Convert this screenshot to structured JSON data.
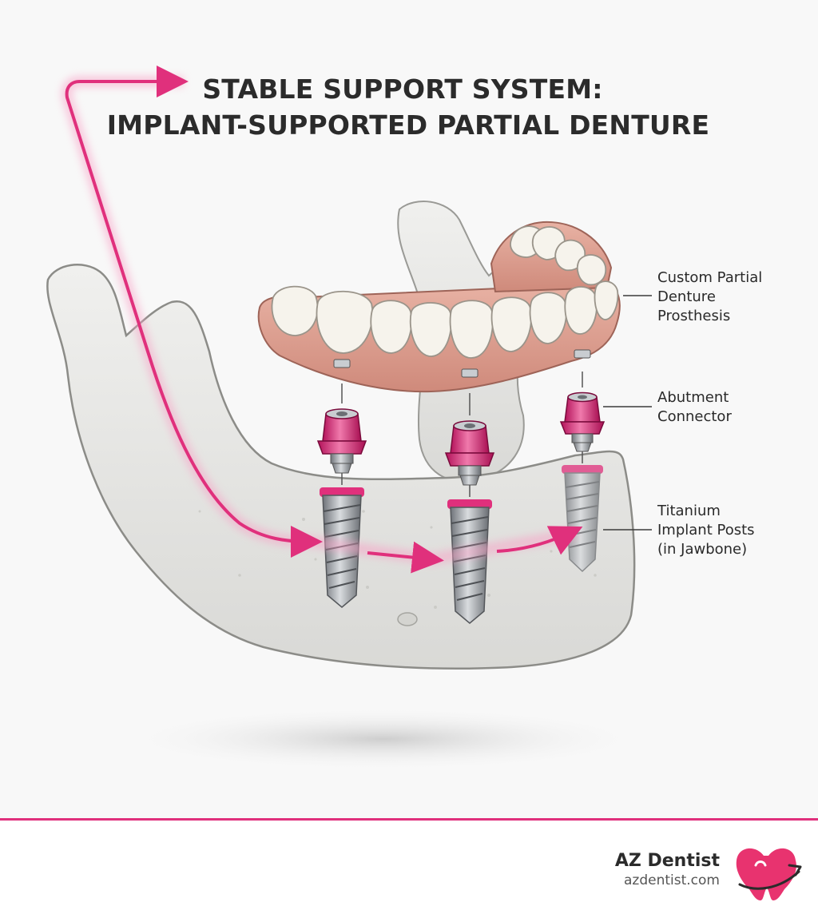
{
  "title": {
    "line1": "STABLE SUPPORT SYSTEM:",
    "line2": "IMPLANT-SUPPORTED PARTIAL DENTURE"
  },
  "labels": {
    "denture": "Custom Partial\nDenture\nProsthesis",
    "abutment": "Abutment\nConnector",
    "implant": "Titanium\nImplant Posts\n(in Jawbone)"
  },
  "footer": {
    "brand_name": "AZ Dentist",
    "brand_url": "azdentist.com"
  },
  "colors": {
    "accent": "#e0307c",
    "bone": "#e6e6e2",
    "gum": "#d99a8c",
    "tooth": "#f6f3ec",
    "titanium": "#9a9ea3",
    "text": "#2b2b2b"
  },
  "icons": {
    "logo": "tooth-heart-logo-icon",
    "flow": "arrow-icon"
  }
}
